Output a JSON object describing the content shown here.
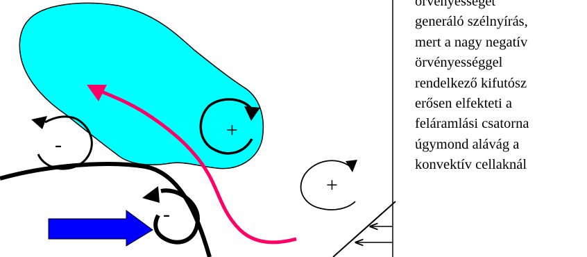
{
  "signs": {
    "vortex_left": "-",
    "vortex_cyan": "+",
    "vortex_right": "+",
    "vortex_bottom": "-"
  },
  "text_lines": [
    "örvényességet",
    "generáló szélnyírás,",
    "mert a nagy negatív",
    "örvényességgel",
    "rendelkező kifutósz",
    "erősen elfekteti a",
    "feláramlási csatorna",
    "úgymond alávág a",
    "konvektív cellaknál"
  ],
  "colors": {
    "cyan_region": "#00ffff",
    "flow_arrow": "#ff0066",
    "inflow_arrow": "#0000ff",
    "lines": "#000000"
  }
}
